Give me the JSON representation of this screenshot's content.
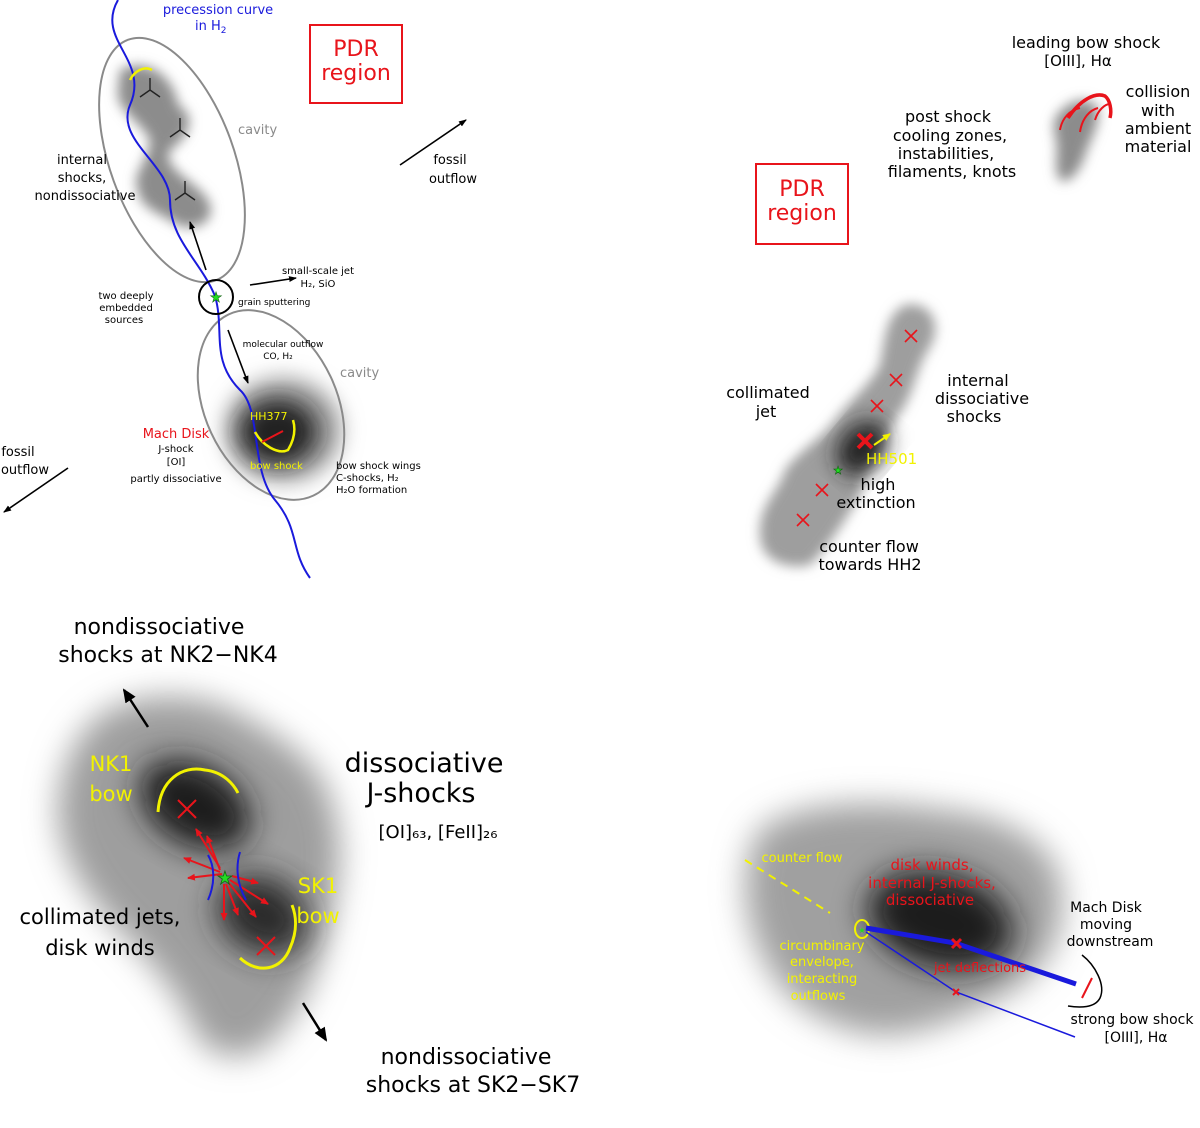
{
  "panel_tl": {
    "precession_line1": "precession curve",
    "precession_line2": "in H",
    "precession_sub": "2",
    "pdr_line1": "PDR",
    "pdr_line2": "region",
    "cavity_top": "cavity",
    "cavity_bottom": "cavity",
    "internal_1": "internal",
    "internal_2": "shocks,",
    "internal_3": "nondissociative",
    "fossil_right_1": "fossil",
    "fossil_right_2": "outflow",
    "fossil_left_1": "fossil",
    "fossil_left_2": "outflow",
    "smalljet_1": "small-scale jet",
    "smalljet_2": "H₂, SiO",
    "two_sources_1": "two deeply",
    "two_sources_2": "embedded",
    "two_sources_3": "sources",
    "grain": "grain sputtering",
    "molecular_1": "molecular outflow",
    "molecular_2": "CO, H₂",
    "hh377": "HH377",
    "bow_shock": "bow shock",
    "mach_disk": "Mach Disk",
    "jshock_1": "J-shock",
    "jshock_2": "[OI]",
    "partly": "partly dissociative",
    "wings_1": "bow shock wings",
    "wings_2": "C-shocks, H₂",
    "wings_3": "H₂O formation"
  },
  "panel_tr": {
    "leading_1": "leading bow shock",
    "leading_2": "[OIII], Hα",
    "collision_1": "collision",
    "collision_2": "with",
    "collision_3": "ambient",
    "collision_4": "material",
    "post_1": "post shock",
    "post_2": "cooling zones,",
    "post_3": "instabilities,",
    "post_4": "filaments, knots",
    "pdr_line1": "PDR",
    "pdr_line2": "region",
    "collimated_1": "collimated",
    "collimated_2": "jet",
    "internal_1": "internal",
    "internal_2": "dissociative",
    "internal_3": "shocks",
    "hh501": "HH501",
    "high_1": "high",
    "high_2": "extinction",
    "counter_1": "counter flow",
    "counter_2": "towards HH2"
  },
  "panel_bl": {
    "nk_1": "nondissociative",
    "nk_2": "shocks at NK2−NK4",
    "nk1_1": "NK1",
    "nk1_2": "bow",
    "diss_1": "dissociative",
    "diss_2": "J-shocks",
    "lines_1": "[OI]₆₃, [FeII]₂₆",
    "sk1_1": "SK1",
    "sk1_2": "bow",
    "collimated_1": "collimated jets,",
    "collimated_2": "disk winds",
    "sk_1": "nondissociative",
    "sk_2": "shocks at SK2−SK7"
  },
  "panel_br": {
    "counter_flow": "counter flow",
    "disk_1": "disk winds,",
    "disk_2": "internal J-shocks,",
    "disk_3": "dissociative",
    "mach_1": "Mach Disk",
    "mach_2": "moving",
    "mach_3": "downstream",
    "circ_1": "circumbinary",
    "circ_2": "envelope,",
    "circ_3": "interacting",
    "circ_4": "outflows",
    "deflect": "jet deflections",
    "strong_1": "strong bow shock",
    "strong_2": "[OIII], Hα"
  },
  "colors": {
    "red": "#e8141b",
    "blue": "#1a1adc",
    "yellow": "#f2f200",
    "gray": "#8a8a8a",
    "star": "#22dd22"
  }
}
